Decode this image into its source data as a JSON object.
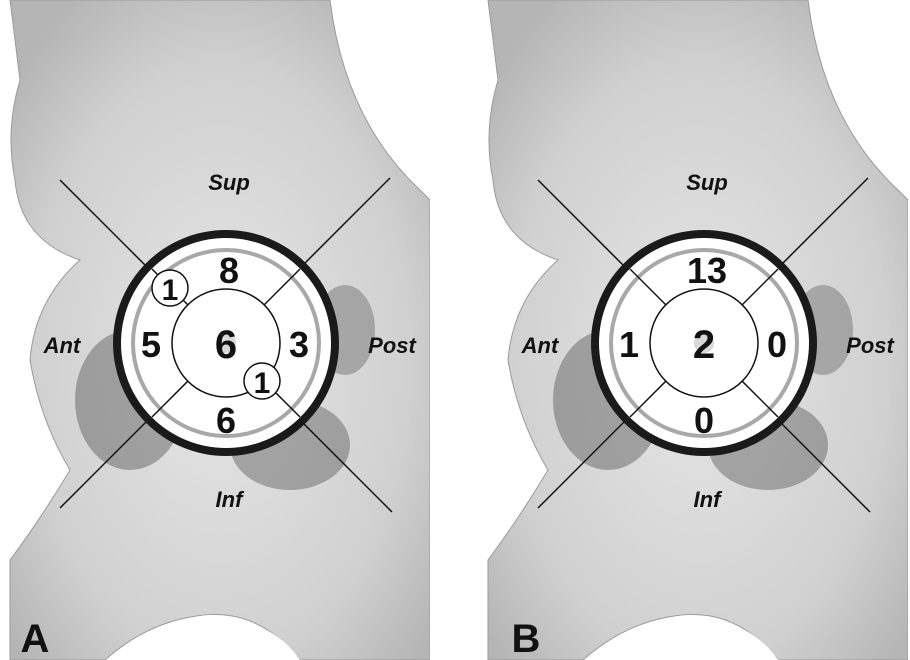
{
  "panels": [
    {
      "letter": "A",
      "labels": {
        "sup": "Sup",
        "inf": "Inf",
        "ant": "Ant",
        "post": "Post"
      },
      "zones": {
        "superior": "8",
        "anterior": "5",
        "posterior": "3",
        "inferior": "6",
        "center": "6"
      },
      "boundary": {
        "antero_superior": "1",
        "postero_inferior": "1"
      }
    },
    {
      "letter": "B",
      "labels": {
        "sup": "Sup",
        "inf": "Inf",
        "ant": "Ant",
        "post": "Post"
      },
      "zones": {
        "superior": "13",
        "anterior": "1",
        "posterior": "0",
        "inferior": "0",
        "center": "2"
      }
    }
  ],
  "colors": {
    "bone_light": "#e2e2e2",
    "bone_mid": "#c4c4c4",
    "bone_shadow": "#8e8e8e",
    "dark_rim": "#1a1a1a",
    "cup_face": "#ffffff",
    "liner_ring": "#a8a8a8",
    "text": "#111111"
  }
}
